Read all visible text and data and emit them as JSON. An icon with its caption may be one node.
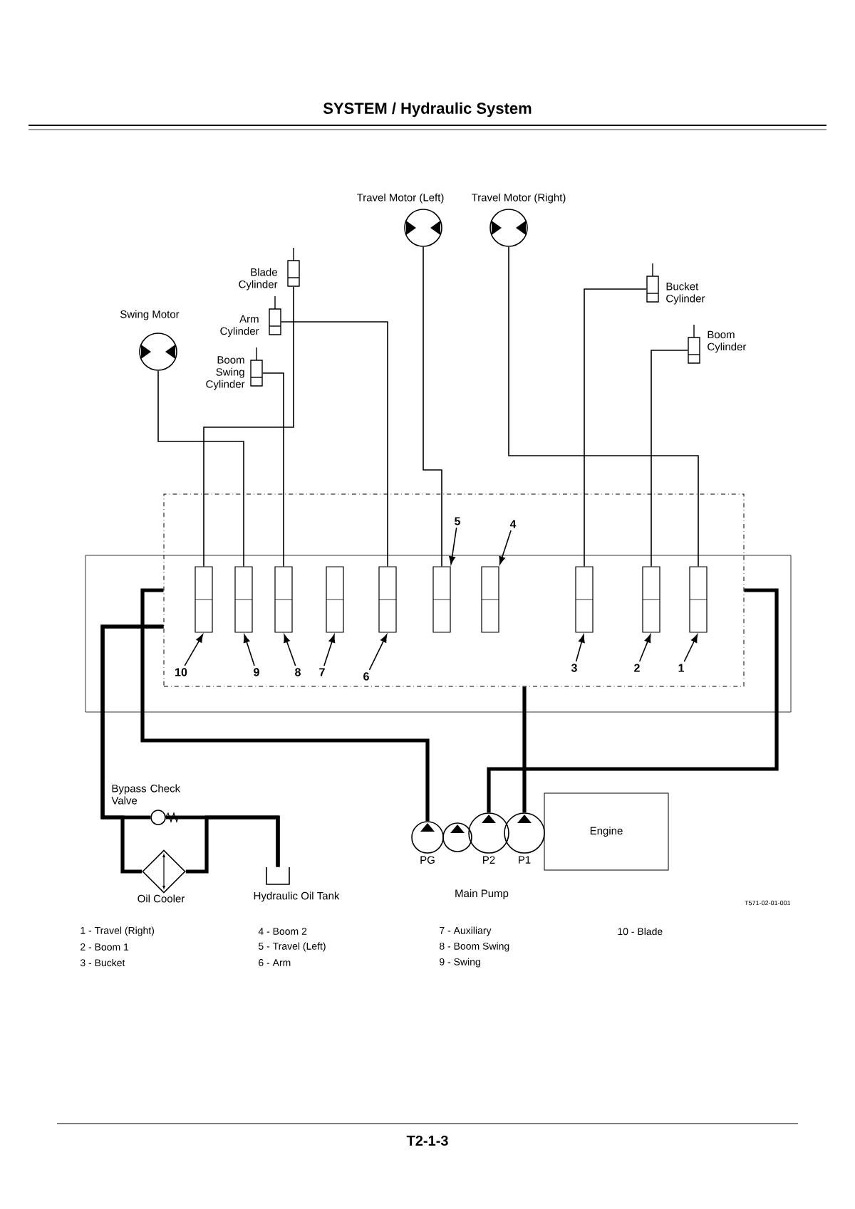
{
  "diagram": {
    "title": "SYSTEM / Hydraulic System",
    "nodes": [
      {
        "text": [
          "Travel Motor (Left)"
        ]
      },
      {
        "text": [
          "Travel Motor (Right)"
        ]
      },
      {
        "text": [
          "Blade Cylinder"
        ]
      },
      {
        "text": [
          "Arm Cylinder"
        ]
      },
      {
        "text": [
          "Swing Motor"
        ]
      },
      {
        "text": [
          "Boom Swing Cylinder"
        ]
      },
      {
        "text": [
          "Bucket Cylinder"
        ]
      },
      {
        "text": [
          "Boom Cylinder"
        ]
      },
      {
        "text": [],
        "shape": "box"
      },
      {
        "text": [],
        "shape": "box",
        "in": 8
      },
      {
        "text": [],
        "shape": "box",
        "in": 8
      },
      {
        "text": [],
        "shape": "box",
        "in": 8
      },
      {
        "text": [],
        "shape": "box",
        "in": 8
      },
      {
        "text": [],
        "shape": "box",
        "in": 8
      },
      {
        "text": [],
        "shape": "box",
        "in": 8
      },
      {
        "text": [],
        "shape": "box",
        "in": 8
      },
      {
        "text": [],
        "shape": "box",
        "in": 8
      },
      {
        "text": [],
        "shape": "box",
        "in": 8
      },
      {
        "text": [],
        "shape": "box",
        "in": 8
      },
      {
        "text": [
          "5"
        ],
        "in": 8
      },
      {
        "text": [
          "4"
        ],
        "in": 8
      },
      {
        "text": [
          "10"
        ],
        "in": 8
      },
      {
        "text": [
          "9"
        ],
        "in": 8
      },
      {
        "text": [
          "8"
        ],
        "in": 8
      },
      {
        "text": [
          "7"
        ],
        "in": 8
      },
      {
        "text": [
          "6"
        ],
        "in": 8
      },
      {
        "text": [
          "3"
        ],
        "in": 8
      },
      {
        "text": [
          "2"
        ],
        "in": 8
      },
      {
        "text": [
          "1"
        ],
        "in": 8
      },
      {
        "text": [
          "PG"
        ]
      },
      {
        "text": [],
        "shape": "circle"
      },
      {
        "text": [
          "P2"
        ]
      },
      {
        "text": [
          "P1"
        ]
      },
      {
        "text": [
          "Engine"
        ]
      },
      {
        "text": [
          "Bypass Check Valve"
        ]
      },
      {
        "text": [
          "Oil Cooler"
        ]
      },
      {
        "text": [
          "Hydraulic Oil Tank"
        ]
      }
    ],
    "edges": [
      {
        "from": 0,
        "to": 14,
        "arrow": "none"
      },
      {
        "from": 1,
        "to": 18,
        "arrow": "none"
      },
      {
        "from": 2,
        "to": 9,
        "arrow": "none"
      },
      {
        "from": 3,
        "to": 13,
        "arrow": "none"
      },
      {
        "from": 4,
        "to": 10,
        "arrow": "none"
      },
      {
        "from": 5,
        "to": 11,
        "arrow": "none"
      },
      {
        "from": 6,
        "to": 16,
        "arrow": "none"
      },
      {
        "from": 7,
        "to": 17,
        "arrow": "none"
      },
      {
        "from": 19,
        "to": 14,
        "arrow": "to"
      },
      {
        "from": 20,
        "to": 15,
        "arrow": "to"
      },
      {
        "from": 21,
        "to": 9,
        "arrow": "to"
      },
      {
        "from": 22,
        "to": 10,
        "arrow": "to"
      },
      {
        "from": 23,
        "to": 11,
        "arrow": "to"
      },
      {
        "from": 24,
        "to": 12,
        "arrow": "to"
      },
      {
        "from": 25,
        "to": 13,
        "arrow": "to"
      },
      {
        "from": 26,
        "to": 16,
        "arrow": "to"
      },
      {
        "from": 27,
        "to": 17,
        "arrow": "to"
      },
      {
        "from": 28,
        "to": 18,
        "arrow": "to"
      },
      {
        "from": 32,
        "to": 8,
        "arrow": "none",
        "style": "thick"
      },
      {
        "from": 31,
        "to": 8,
        "arrow": "none",
        "style": "thick"
      },
      {
        "from": 29,
        "to": 8,
        "arrow": "none",
        "style": "thick"
      },
      {
        "from": 8,
        "to": 34,
        "arrow": "none",
        "style": "thick"
      },
      {
        "from": 8,
        "to": 35,
        "arrow": "none",
        "style": "thick"
      },
      {
        "from": 34,
        "to": 36,
        "arrow": "none",
        "style": "thick"
      },
      {
        "from": 35,
        "to": 36,
        "arrow": "none",
        "style": "thick"
      }
    ],
    "labels": [
      "Main Pump",
      "T571-02-01-001",
      "1 - Travel (Right)",
      "4 - Boom 2",
      "7 - Auxiliary",
      "10 - Blade",
      "2 - Boom 1",
      "5 - Travel (Left)",
      "8 - Boom Swing",
      "3 - Bucket",
      "6 - Arm",
      "9 - Swing",
      "T2-1-3"
    ]
  }
}
